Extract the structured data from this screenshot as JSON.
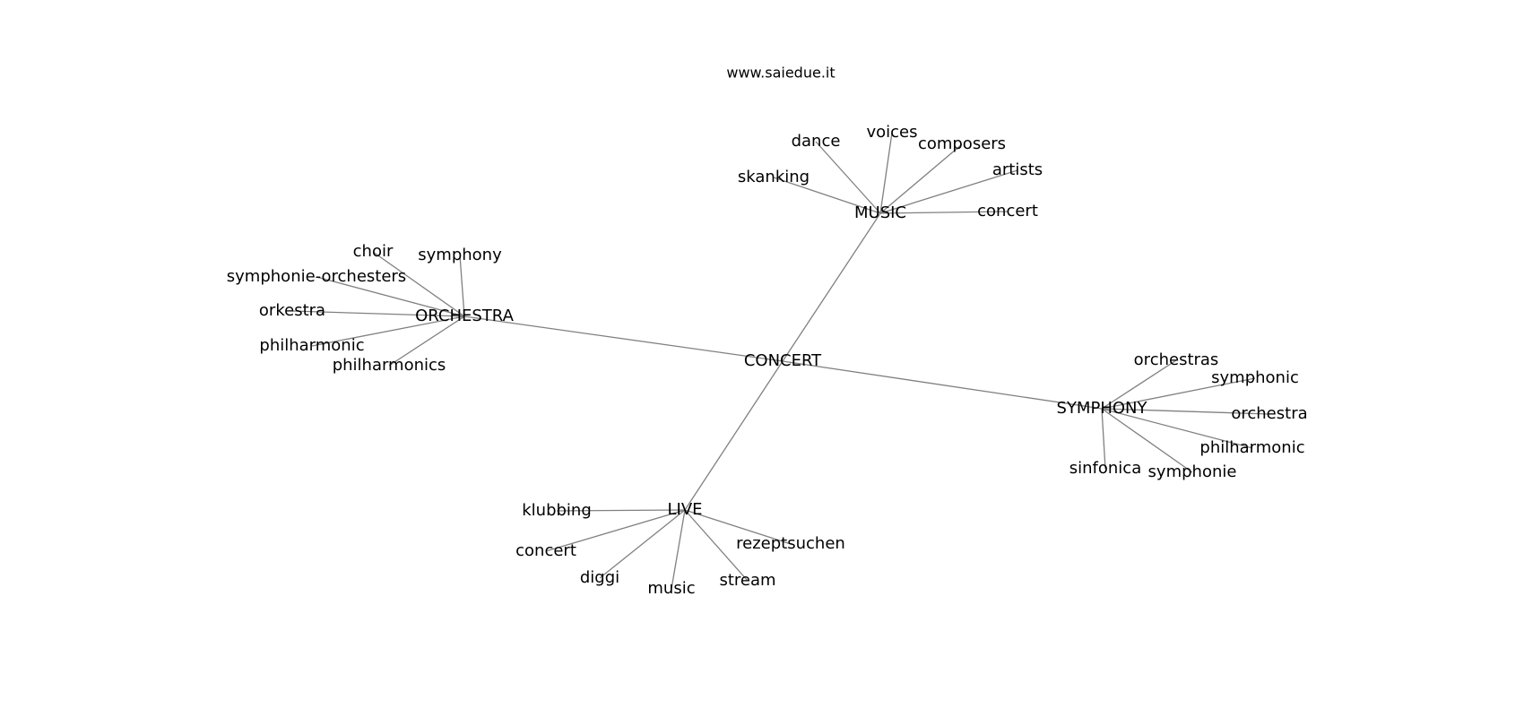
{
  "site": "www.saiedue.it",
  "center": "CONCERT",
  "clusters": [
    {
      "hub": "MUSIC",
      "terms": [
        "dance",
        "voices",
        "composers",
        "skanking",
        "artists",
        "concert"
      ]
    },
    {
      "hub": "ORCHESTRA",
      "terms": [
        "choir",
        "symphony",
        "symphonie-orchesters",
        "orkestra",
        "philharmonic",
        "philharmonics"
      ]
    },
    {
      "hub": "SYMPHONY",
      "terms": [
        "orchestras",
        "symphonic",
        "orchestra",
        "philharmonic",
        "sinfonica",
        "symphonie"
      ]
    },
    {
      "hub": "LIVE",
      "terms": [
        "klubbing",
        "rezeptsuchen",
        "concert",
        "diggi",
        "stream",
        "music"
      ]
    }
  ],
  "colors": {
    "edge": "#808080",
    "text": "#000000",
    "background": "#ffffff"
  }
}
